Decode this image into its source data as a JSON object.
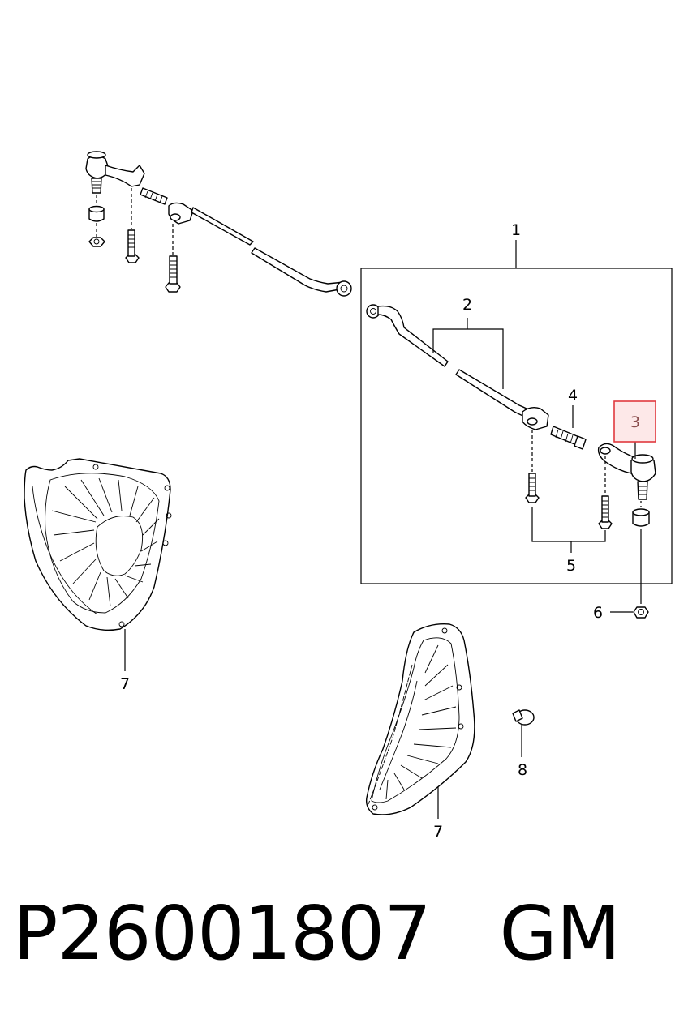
{
  "callouts": {
    "c1": "1",
    "c2": "2",
    "c3": "3",
    "c4": "4",
    "c5": "5",
    "c6": "6",
    "c7a": "7",
    "c7b": "7",
    "c8": "8"
  },
  "highlight": {
    "callout": "3",
    "color": "#e0393e"
  },
  "footer": {
    "part_number": "P26001807",
    "brand": "GM"
  }
}
